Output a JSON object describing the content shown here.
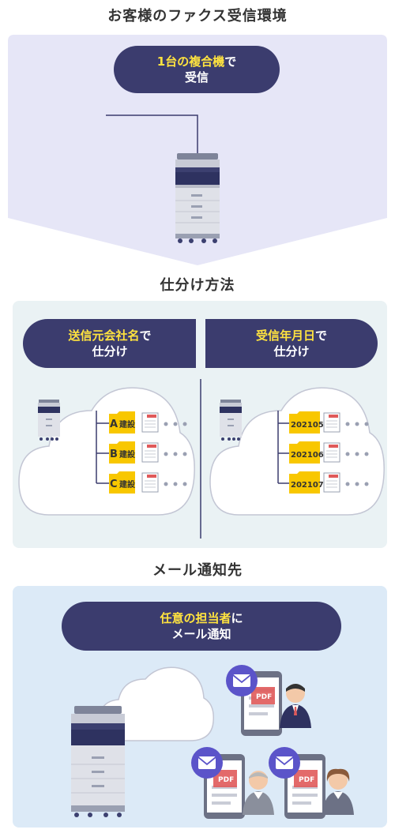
{
  "section1": {
    "title": "お客様のファクス受信環境",
    "pill": {
      "line1_hl": "1台の複合機",
      "line1_rest": "で",
      "line2": "受信"
    }
  },
  "section2": {
    "title": "仕分け方法",
    "left": {
      "pill": {
        "line1_hl": "送信元会社名",
        "line1_rest": "で",
        "line2": "仕分け"
      },
      "folders": [
        {
          "letter": "A",
          "label": "建設"
        },
        {
          "letter": "B",
          "label": "建設"
        },
        {
          "letter": "C",
          "label": "建設"
        }
      ]
    },
    "right": {
      "pill": {
        "line1_hl": "受信年月日",
        "line1_rest": "で",
        "line2": "仕分け"
      },
      "folders": [
        {
          "label": "202105"
        },
        {
          "label": "202106"
        },
        {
          "label": "202107"
        }
      ]
    }
  },
  "section3": {
    "title": "メール通知先",
    "pill": {
      "line1_hl": "任意の担当者",
      "line1_rest": "に",
      "line2": "メール通知"
    },
    "doc_label": "PDF"
  },
  "colors": {
    "navy": "#3b3c6e",
    "highlight": "#ffe33f",
    "folder": "#f8c700",
    "mail_badge": "#5b54c9",
    "panel1": "#e6e6f7",
    "panel2": "#eaf2f4",
    "panel3": "#dceaf7"
  },
  "icons": [
    "multifunction-printer-icon",
    "cloud-icon",
    "folder-icon",
    "document-icon",
    "envelope-icon",
    "tablet-icon",
    "person-icon",
    "ellipsis-icon"
  ]
}
